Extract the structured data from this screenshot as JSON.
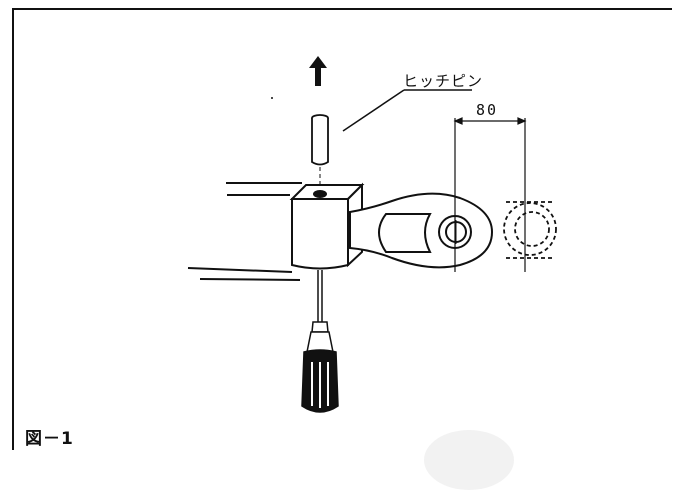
{
  "figure": {
    "pin_label": "ヒッチピン",
    "dimension_label": "80",
    "caption": "図－1"
  },
  "icons": {
    "arrow": "up-arrow-icon"
  },
  "colors": {
    "ink": "#111111",
    "paper": "#ffffff"
  }
}
